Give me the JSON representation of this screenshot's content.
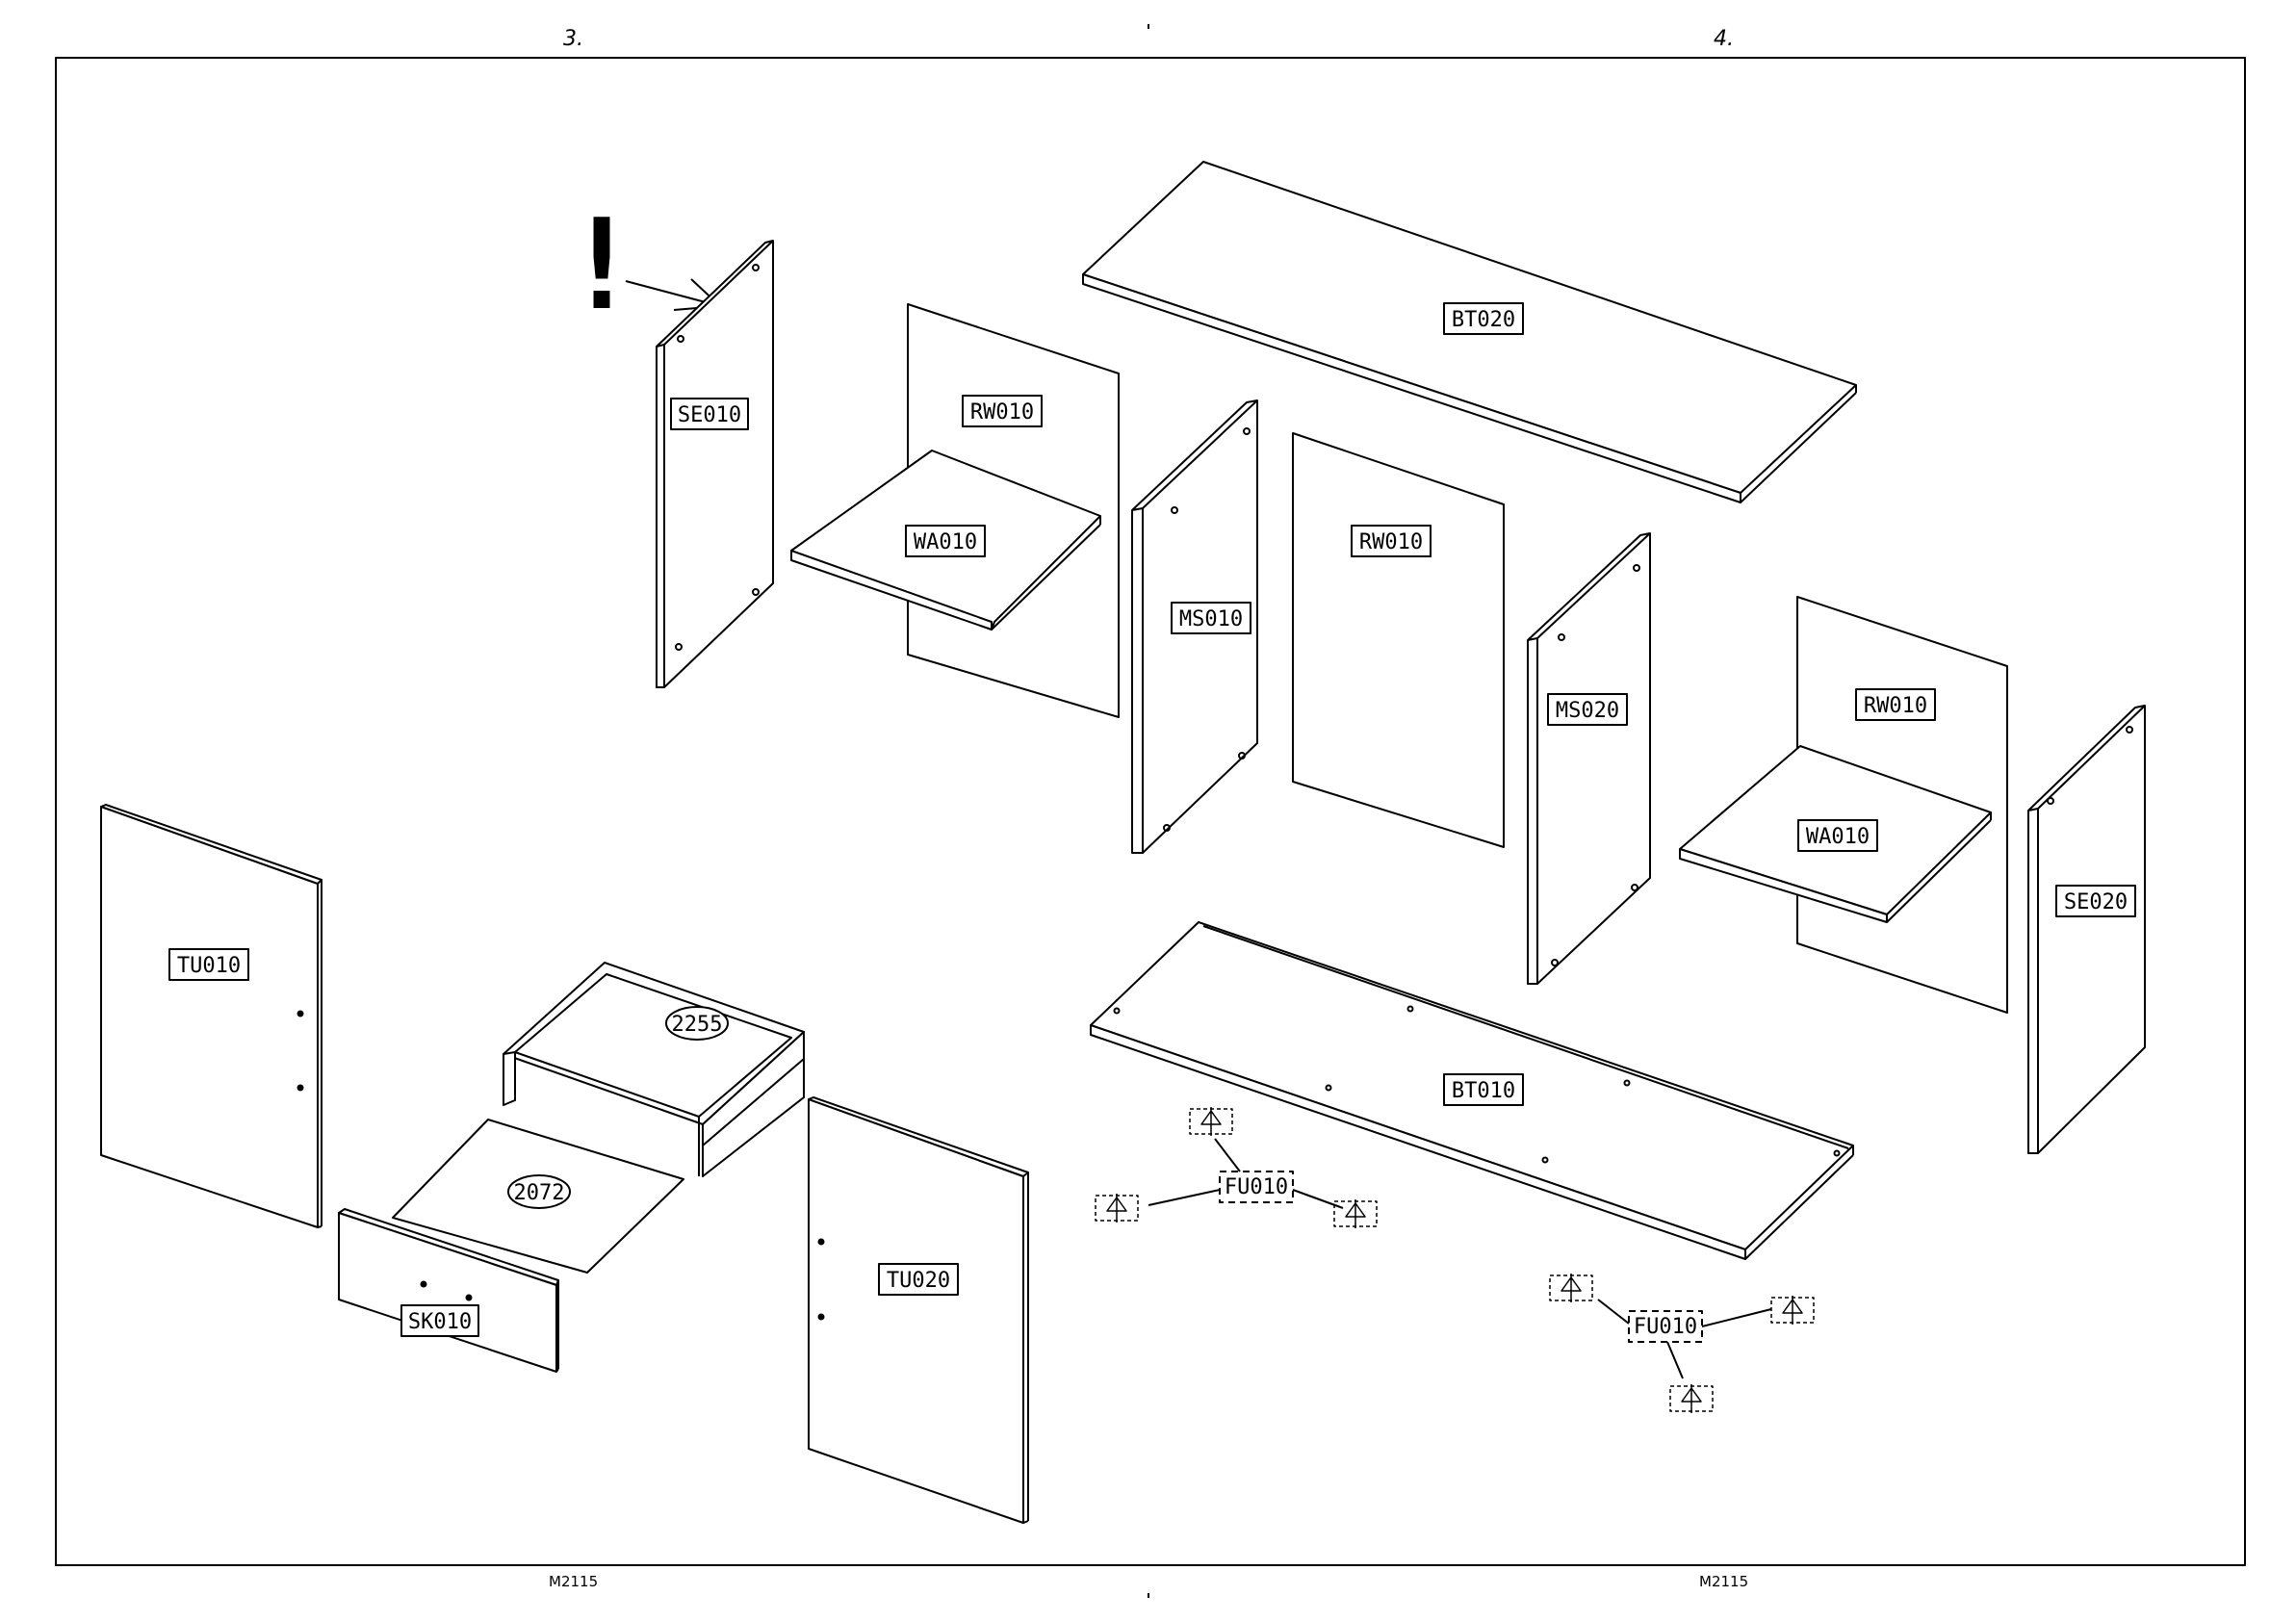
{
  "pages": {
    "left_number": "3.",
    "right_number": "4."
  },
  "footer": {
    "left_code": "M2115",
    "right_code": "M2115"
  },
  "labels": {
    "se010": "SE010",
    "rw010_a": "RW010",
    "wa010_a": "WA010",
    "bt020": "BT020",
    "ms010": "MS010",
    "rw010_b": "RW010",
    "ms020": "MS020",
    "rw010_c": "RW010",
    "wa010_b": "WA010",
    "se020": "SE020",
    "tu010": "TU010",
    "tu020": "TU020",
    "sk010": "SK010",
    "bt010": "BT010",
    "fu010_a": "FU010",
    "fu010_b": "FU010",
    "hw_2255": "2255",
    "hw_2072": "2072"
  },
  "attention_mark": "!"
}
